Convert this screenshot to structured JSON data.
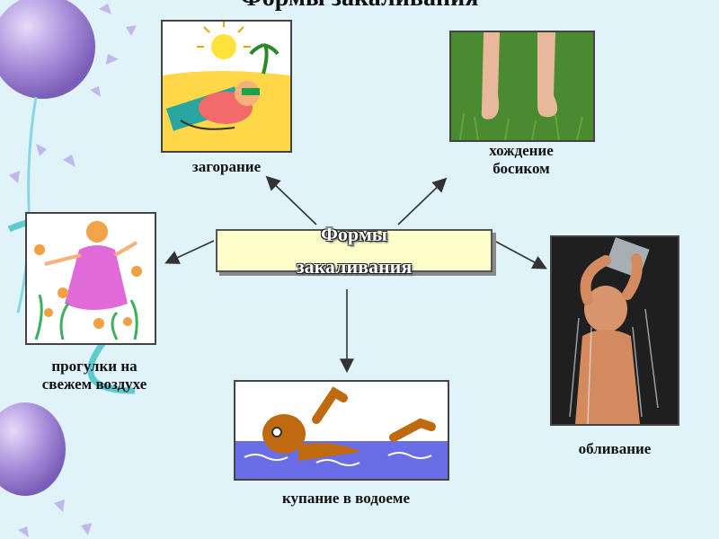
{
  "title": "Формы закаливания",
  "center": {
    "line1": "Формы",
    "line2": "закаливания"
  },
  "nodes": {
    "sunbathing": "загорание",
    "barefoot_line1": "хождение",
    "barefoot_line2": "босиком",
    "walks_line1": "прогулки на",
    "walks_line2": "свежем воздухе",
    "dousing": "обливание",
    "swimming": "купание в водоеме"
  },
  "colors": {
    "background": "#dff3f8",
    "center_box": "#ffffcc",
    "balloon": "#a58ad8",
    "arrow": "#333333"
  }
}
